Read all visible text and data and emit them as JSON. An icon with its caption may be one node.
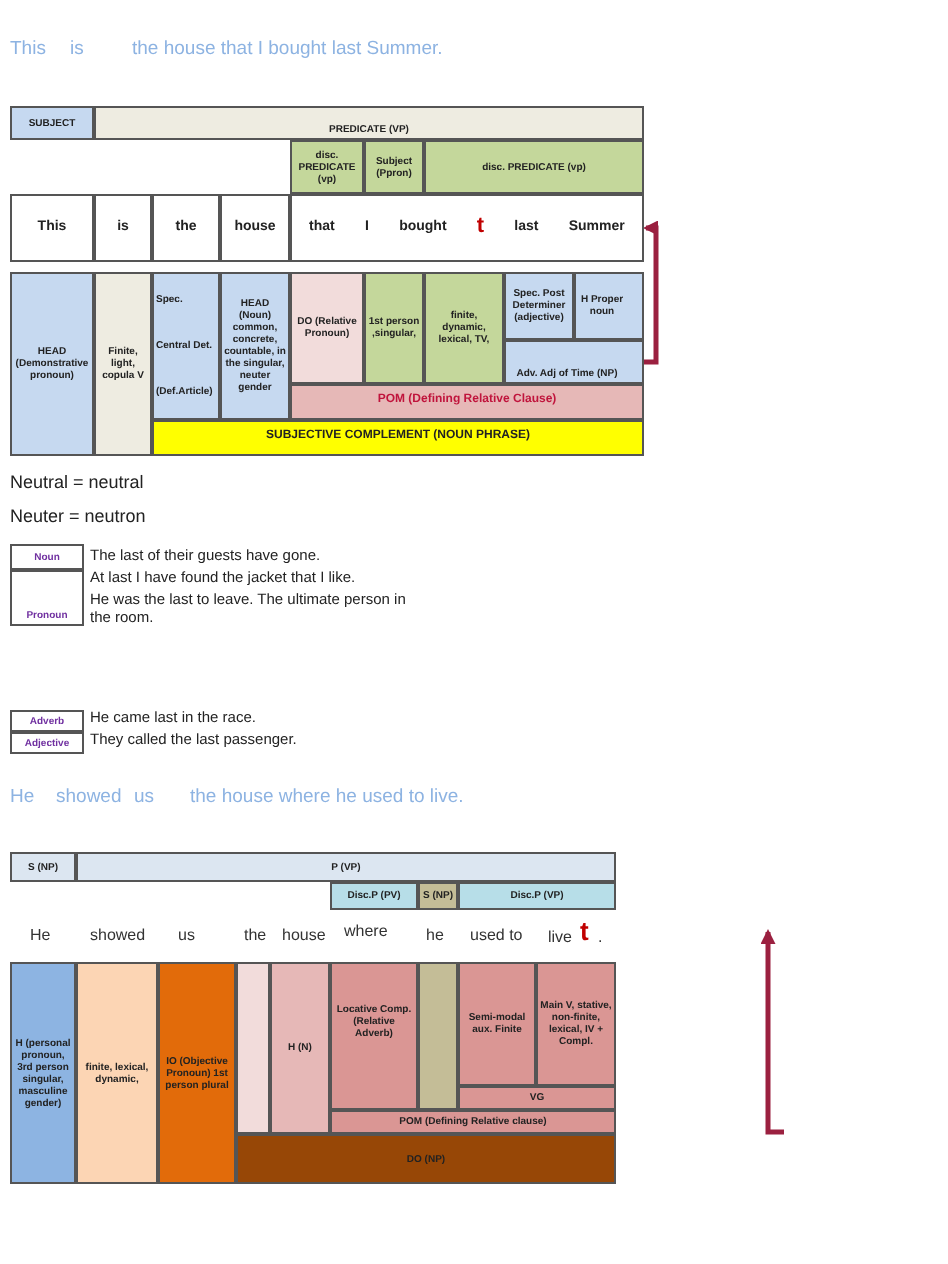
{
  "diagram": {
    "nodes": [
      {
        "text": [
          "SUBJECT"
        ]
      },
      {
        "text": [
          "PREDICATE (VP)"
        ]
      },
      {
        "text": [
          "disc. PREDICATE (vp)"
        ]
      },
      {
        "text": [
          "Subject (Ppron)"
        ]
      },
      {
        "text": [
          "disc. PREDICATE (vp)"
        ]
      },
      {
        "text": [
          "This"
        ]
      },
      {
        "text": [
          "is"
        ]
      },
      {
        "text": [
          "the"
        ]
      },
      {
        "text": [
          "house"
        ]
      },
      {
        "text": [
          "that",
          "I",
          "bought",
          "t",
          "last",
          "Summer"
        ]
      },
      {
        "text": [
          "HEAD (Demonstrative pronoun)"
        ]
      },
      {
        "text": [
          "Finite, light, copula V"
        ]
      },
      {
        "text": [
          "Spec.",
          "Central Det.",
          "(Def.Article)"
        ]
      },
      {
        "text": [
          "HEAD (Noun) common, concrete, countable, in the singular, neuter gender"
        ]
      },
      {
        "text": [
          "DO (Relative Pronoun)"
        ]
      },
      {
        "text": [
          "1st person ,singular,"
        ]
      },
      {
        "text": [
          "finite, dynamic, lexical, TV,"
        ]
      },
      {
        "text": [
          "Spec. Post Determiner (adjective)"
        ]
      },
      {
        "text": [
          "H Proper noun"
        ]
      },
      {
        "text": [
          "Adv. Adj of Time (NP)"
        ]
      },
      {
        "text": [
          "POM (Defining Relative Clause)"
        ]
      },
      {
        "text": [
          "SUBJECTIVE COMPLEMENT (NOUN PHRASE)"
        ]
      },
      {
        "text": [
          "Noun"
        ]
      },
      {
        "text": [
          "Pronoun"
        ]
      },
      {
        "text": [
          "Adverb"
        ],
        "beside": [
          "He came last in the race."
        ]
      },
      {
        "text": [
          "Adjective"
        ],
        "beside": [
          "They called the last passenger."
        ]
      },
      {
        "text": [
          "S (NP)"
        ]
      },
      {
        "text": [
          "P (VP)"
        ]
      },
      {
        "text": [
          "Disc.P (PV)"
        ]
      },
      {
        "text": [
          "S (NP)"
        ]
      },
      {
        "text": [
          "Disc.P (VP)"
        ]
      },
      {
        "text": [
          "H (personal pronoun, 3rd person singular, masculine gender)"
        ]
      },
      {
        "text": [
          "finite, lexical, dynamic,"
        ]
      },
      {
        "text": [
          "IO (Objective Pronoun) 1st person plural"
        ]
      },
      {
        "text": [],
        "shape": "box"
      },
      {
        "text": [
          "H (N)"
        ]
      },
      {
        "text": [
          "Locative Comp. (Relative Adverb)"
        ]
      },
      {
        "text": [],
        "shape": "box"
      },
      {
        "text": [
          "Semi-modal aux. Finite"
        ]
      },
      {
        "text": [
          "Main V, stative, non-finite, lexical, IV + Compl."
        ]
      },
      {
        "text": [
          "VG"
        ]
      },
      {
        "text": [
          "POM (Defining Relative clause)"
        ]
      },
      {
        "text": [
          "DO (NP)"
        ]
      }
    ],
    "edges": [
      {
        "from": 19,
        "to": 9,
        "arrow": "to"
      }
    ],
    "labels": [
      "This",
      "is",
      "the house that I bought last Summer.",
      "Neutral = neutral",
      "Neuter = neutron",
      "The last of their guests have gone.",
      "At last I have found the jacket that I like.",
      "He was the last to leave. The ultimate person in the room.",
      "He",
      "showed",
      "us",
      "the house where he used to live.",
      "He",
      "showed",
      "us",
      "the",
      "house",
      "where",
      "he",
      "used to",
      "live",
      "t",
      "."
    ]
  }
}
